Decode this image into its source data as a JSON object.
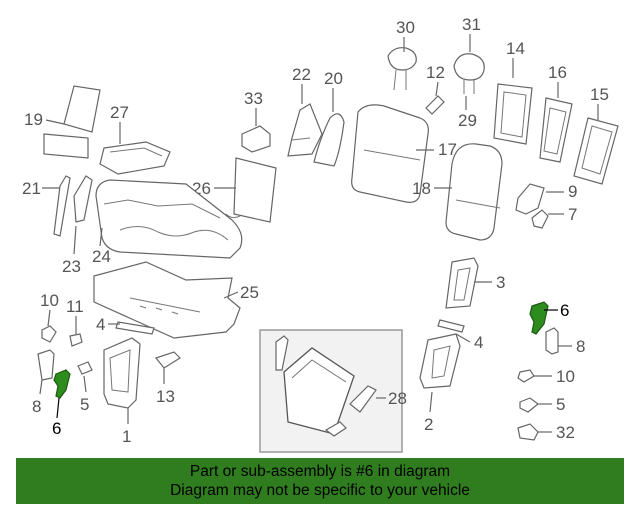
{
  "diagram": {
    "highlighted_part": "6",
    "highlight_color": "#2e8b1e",
    "callouts": {
      "c30": "30",
      "c31": "31",
      "c14": "14",
      "c22": "22",
      "c20": "20",
      "c12": "12",
      "c16": "16",
      "c15": "15",
      "c19": "19",
      "c27": "27",
      "c33": "33",
      "c29": "29",
      "c17": "17",
      "c21": "21",
      "c26": "26",
      "c18": "18",
      "c9": "9",
      "c7": "7",
      "c24": "24",
      "c23": "23",
      "c3": "3",
      "c25": "25",
      "c10": "10",
      "c11": "11",
      "c6r": "6",
      "c4l": "4",
      "c4r": "4",
      "c8r": "8",
      "c13": "13",
      "c5l": "5",
      "c8l": "8",
      "c28": "28",
      "c10r": "10",
      "c5r": "5",
      "c6l": "6",
      "c1": "1",
      "c2": "2",
      "c32": "32"
    }
  },
  "banner": {
    "line1": "Part or sub-assembly is #6 in diagram",
    "line2": "Diagram may not be specific to your vehicle",
    "background": "#2f7d1f"
  }
}
